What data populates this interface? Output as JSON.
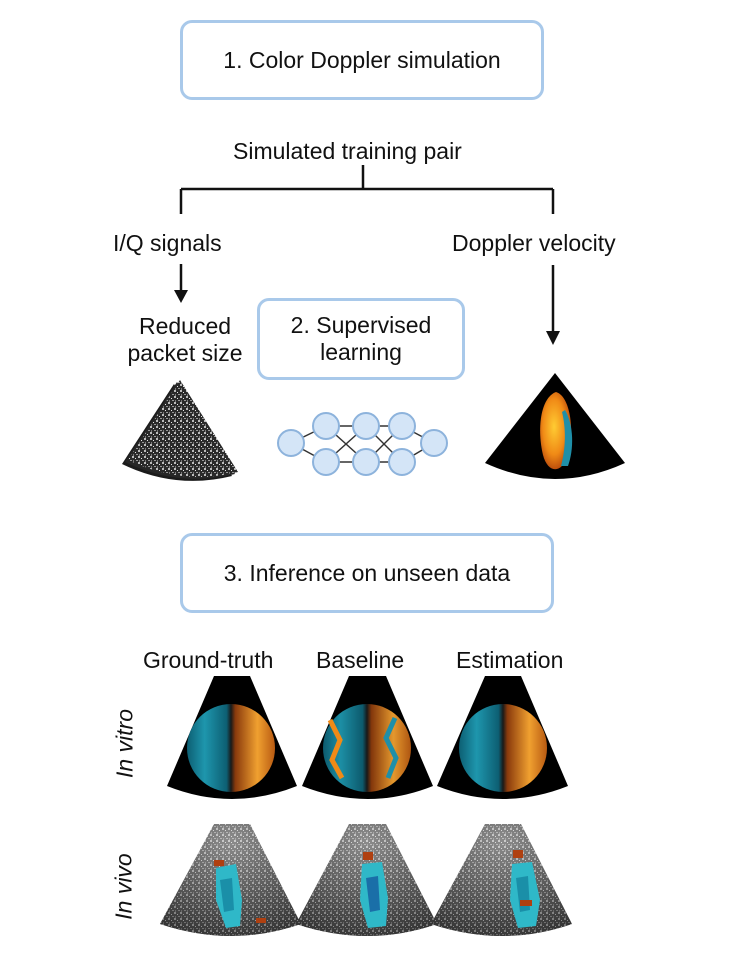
{
  "step1": {
    "label": "1.  Color Doppler simulation"
  },
  "pair": {
    "title": "Simulated training pair"
  },
  "left_branch": {
    "label": "I/Q signals",
    "result_line1": "Reduced",
    "result_line2": "packet size"
  },
  "right_branch": {
    "label": "Doppler velocity"
  },
  "step2": {
    "line1": "2.  Supervised",
    "line2": "learning"
  },
  "step3": {
    "label": "3.  Inference on unseen data"
  },
  "columns": [
    "Ground-truth",
    "Baseline",
    "Estimation"
  ],
  "rows": [
    "In vitro",
    "In vivo"
  ],
  "colors": {
    "box_border": "#a9c9ea",
    "node_fill": "#d4e5f7",
    "node_stroke": "#8db3dc",
    "sector": "#000000",
    "doppler_warm": "#f08a16",
    "doppler_cool": "#1f8fa8"
  },
  "icons": [
    "iq-noise-sector",
    "neural-network",
    "doppler-velocity-sector"
  ]
}
